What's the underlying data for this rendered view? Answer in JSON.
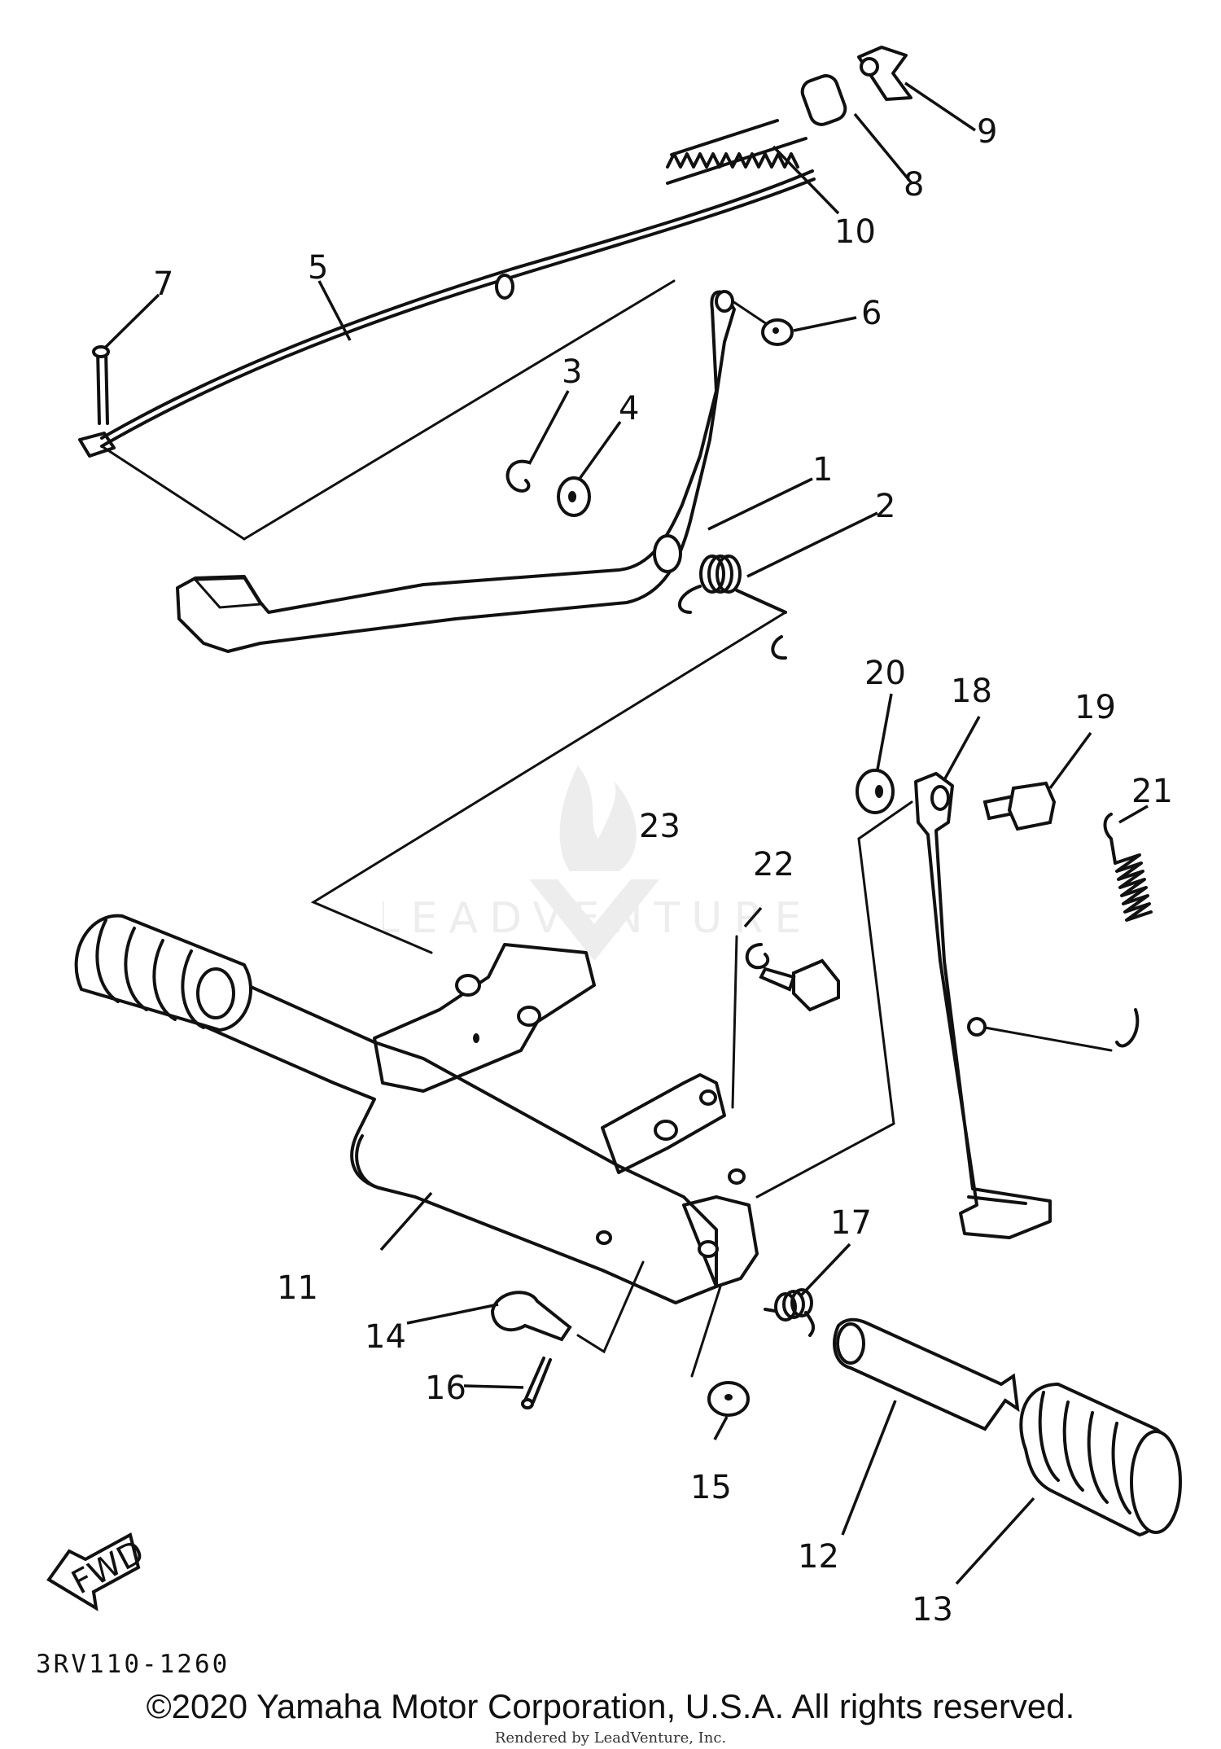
{
  "diagram": {
    "callouts": [
      {
        "id": "1",
        "label": "1"
      },
      {
        "id": "2",
        "label": "2"
      },
      {
        "id": "3",
        "label": "3"
      },
      {
        "id": "4",
        "label": "4"
      },
      {
        "id": "5",
        "label": "5"
      },
      {
        "id": "6",
        "label": "6"
      },
      {
        "id": "7",
        "label": "7"
      },
      {
        "id": "8",
        "label": "8"
      },
      {
        "id": "9",
        "label": "9"
      },
      {
        "id": "10",
        "label": "10"
      },
      {
        "id": "11",
        "label": "11"
      },
      {
        "id": "12",
        "label": "12"
      },
      {
        "id": "13",
        "label": "13"
      },
      {
        "id": "14",
        "label": "14"
      },
      {
        "id": "15",
        "label": "15"
      },
      {
        "id": "16",
        "label": "16"
      },
      {
        "id": "17",
        "label": "17"
      },
      {
        "id": "18",
        "label": "18"
      },
      {
        "id": "19",
        "label": "19"
      },
      {
        "id": "20",
        "label": "20"
      },
      {
        "id": "21",
        "label": "21"
      },
      {
        "id": "22",
        "label": "22"
      },
      {
        "id": "23",
        "label": "23"
      }
    ],
    "fwd_label": "FWD",
    "diagram_code": "3RV110-1260"
  },
  "footer": {
    "copyright": "©2020 Yamaha Motor Corporation, U.S.A. All rights reserved.",
    "rendered_by": "Rendered by LeadVenture, Inc."
  },
  "watermark": {
    "text": "LEADVENTURE"
  }
}
